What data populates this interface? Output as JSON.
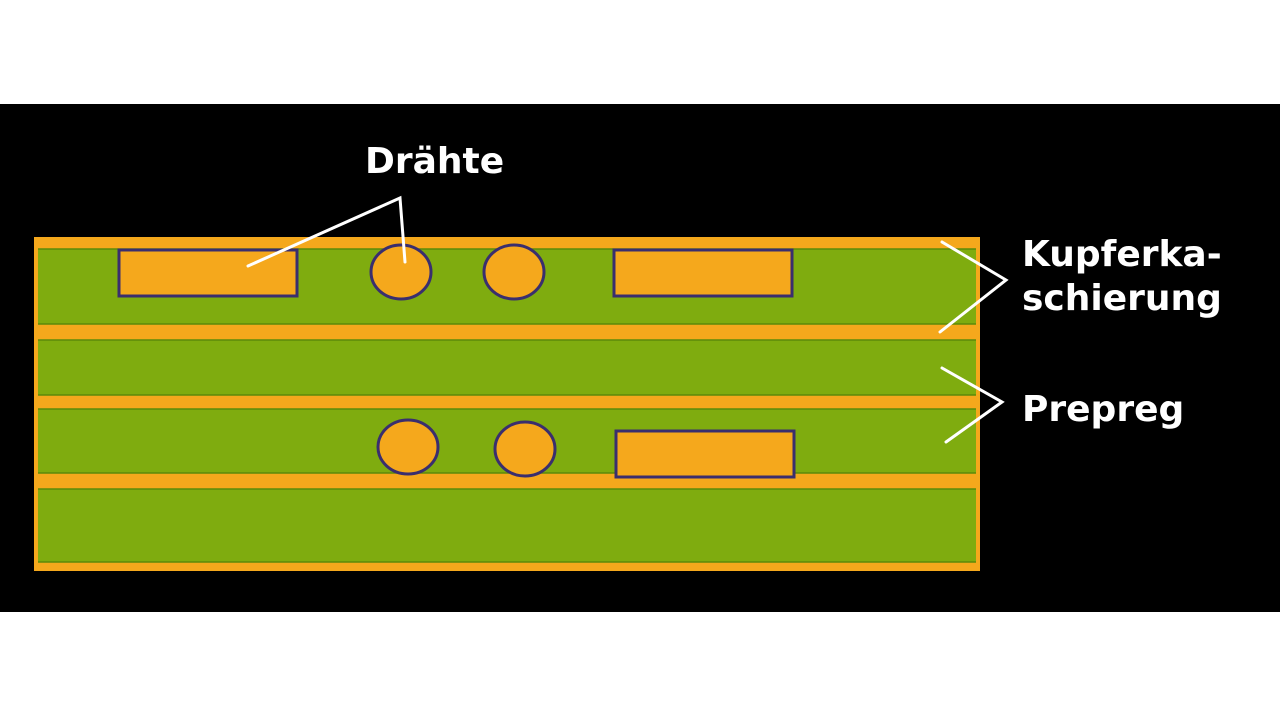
{
  "labels": {
    "wires": "Drähte",
    "copper_cladding_line1": "Kupferka-",
    "copper_cladding_line2": "schierung",
    "prepreg": "Prepreg"
  },
  "colors": {
    "background": "#000000",
    "copper": "#f5a81c",
    "prepreg": "#7fac0f",
    "wire_outline": "#3a2e6e",
    "label_text": "#ffffff",
    "leader_line": "#ffffff"
  }
}
